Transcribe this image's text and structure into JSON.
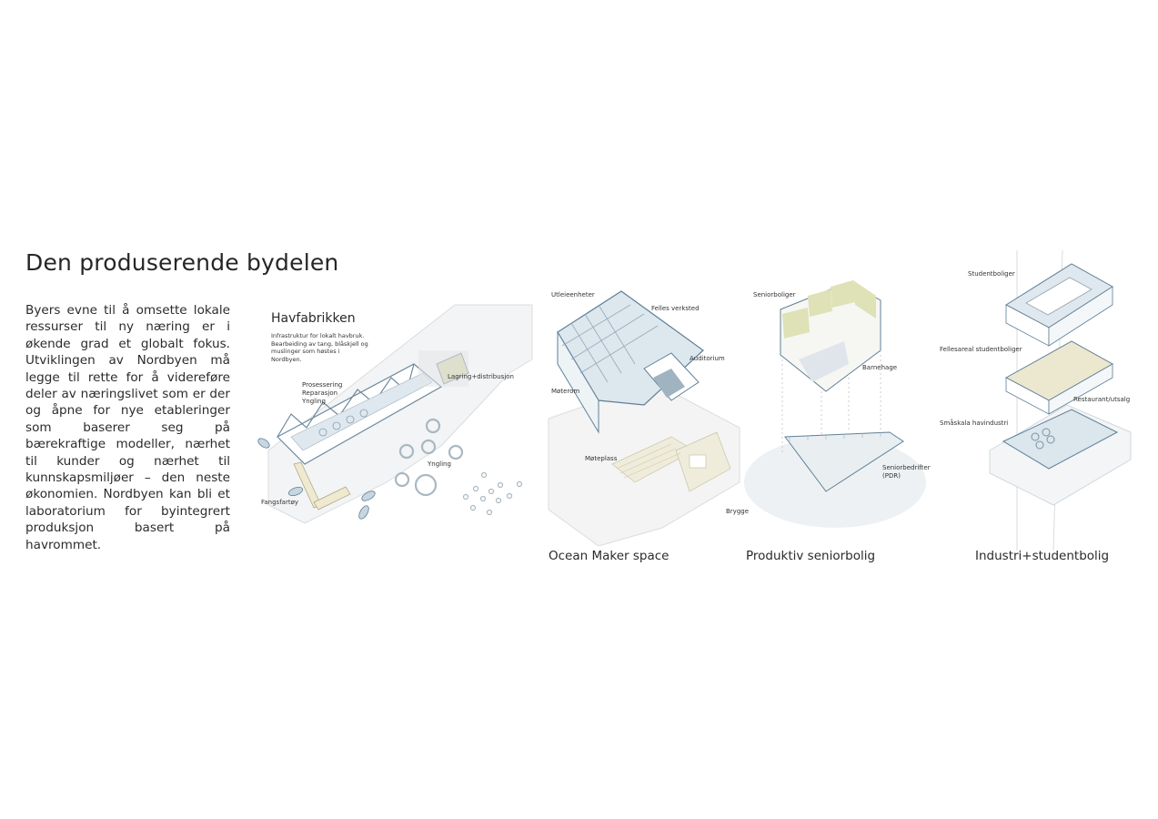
{
  "page": {
    "title": "Den produserende bydelen",
    "intro_text": "Byers evne til å omsette lokale ressurser til ny næring er i økende grad et globalt fokus. Utviklingen av Nordbyen må legge til rette for å videreføre deler av næringslivet som er der og åpne for nye etableringer som baserer seg på bærekraftige modeller, nærhet til kunder og nærhet til kunnskapsmiljøer – den neste økonomien. Nordbyen kan bli et laboratorium for byintegrert produksjon basert på havrommet."
  },
  "diagrams": {
    "havfabrikken": {
      "title": "Havfabrikken",
      "description": "Infrastruktur for lokalt havbruk. Bearbeiding av tang, blåskjell og muslinger som høstes i Nordbyen.",
      "labels": {
        "lagring": "Lagring+distribusjon",
        "prosessering": "Prosessering",
        "reparasjon": "Reparasjon",
        "yngling_building": "Yngling",
        "yngling_rings": "Yngling",
        "fangsfartoy": "Fangsfartøy"
      }
    },
    "ocean_maker": {
      "caption": "Ocean Maker space",
      "labels": {
        "utleieenheter": "Utleieenheter",
        "felles_verksted": "Felles verksted",
        "auditorium": "Auditorium",
        "moterom": "Møterom",
        "moteplass": "Møteplass",
        "brygge": "Brygge"
      }
    },
    "senior": {
      "caption": "Produktiv seniorbolig",
      "labels": {
        "seniorboliger": "Seniorboliger",
        "barnehage": "Barnehage",
        "seniorbedrifter": "Seniorbedrifter",
        "pdr": "(PDR)"
      }
    },
    "industri": {
      "caption": "Industri+studentbolig",
      "labels": {
        "studentboliger": "Studentboliger",
        "fellesareal": "Fellesareal studentboliger",
        "restaurant": "Restaurant/utsalg",
        "smaskala": "Småskala havindustri"
      }
    }
  },
  "colors": {
    "text": "#2a2a2a",
    "outline": "#5f7f96",
    "ice": "#e6eef3",
    "ice_dark": "#b9ccd8",
    "ground": "#f2f2f2",
    "green_roof": "#d9dcb0",
    "sand": "#ece8d6"
  }
}
